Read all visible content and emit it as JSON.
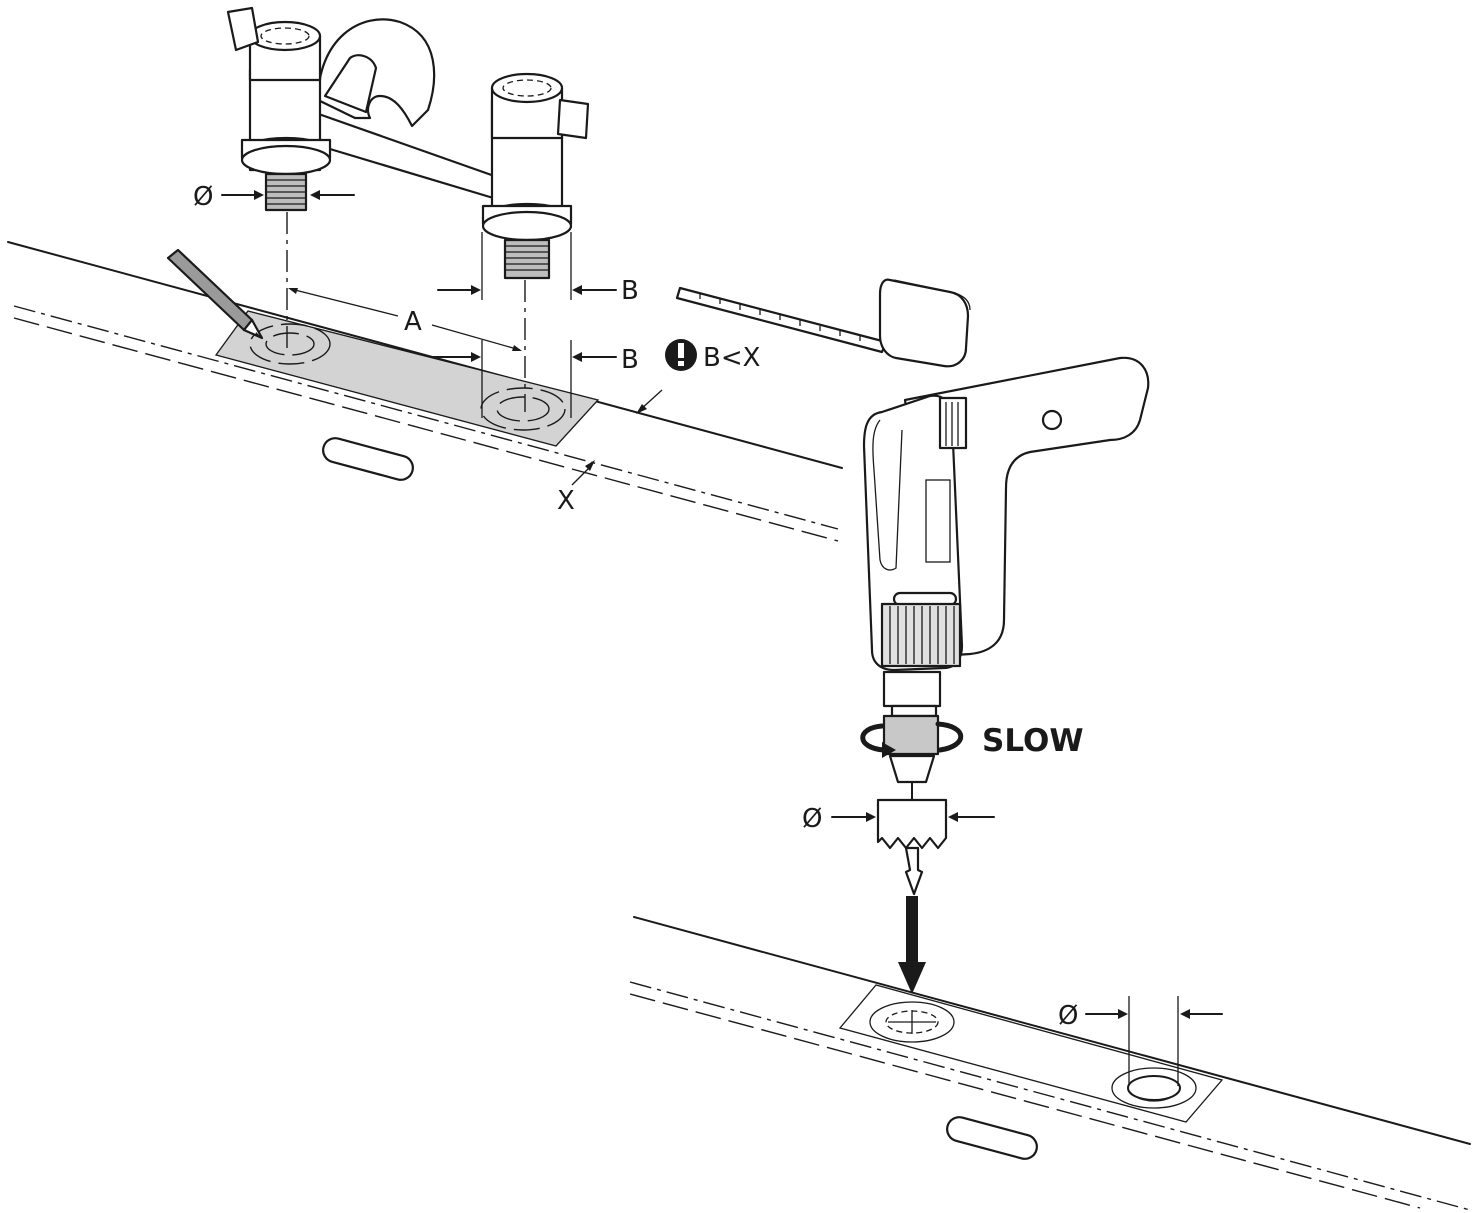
{
  "labels": {
    "dia_top": "Ø",
    "dim_a": "A",
    "dim_b_top": "B",
    "dim_b_bottom": "B",
    "warning_condition": "B<X",
    "dim_x": "X",
    "speed": "SLOW",
    "dia_cutter": "Ø",
    "dia_hole": "Ø"
  },
  "icons": {
    "warning": "exclamation-circle-icon",
    "pencil": "pencil-icon",
    "tape": "tape-measure-icon",
    "drill": "power-drill-icon",
    "rotation": "rotation-arrow-icon",
    "down_arrow": "arrow-down-icon"
  },
  "colors": {
    "line": "#1a1a1a",
    "template_fill": "#d3d3d3",
    "background": "#ffffff"
  }
}
